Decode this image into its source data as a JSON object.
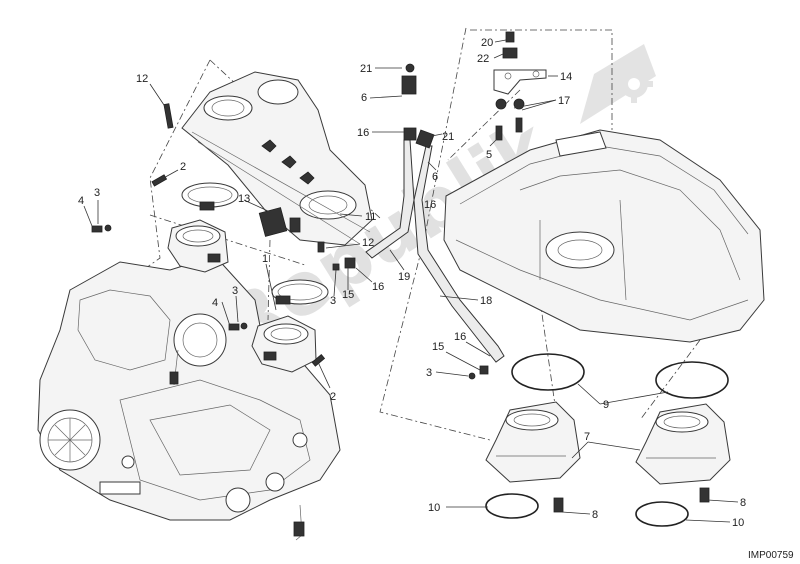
{
  "drawing_code": "IMP00759",
  "watermark": {
    "text": "PartsRepublik",
    "color": "#d8d8d8"
  },
  "callouts": [
    {
      "id": "c20",
      "text": "20"
    },
    {
      "id": "c22",
      "text": "22"
    },
    {
      "id": "c14",
      "text": "14"
    },
    {
      "id": "c21a",
      "text": "21"
    },
    {
      "id": "c17",
      "text": "17"
    },
    {
      "id": "c6a",
      "text": "6"
    },
    {
      "id": "c16a",
      "text": "16"
    },
    {
      "id": "c21b",
      "text": "21"
    },
    {
      "id": "c5",
      "text": "5"
    },
    {
      "id": "c6b",
      "text": "6"
    },
    {
      "id": "c16b",
      "text": "16"
    },
    {
      "id": "c12a",
      "text": "12"
    },
    {
      "id": "c2a",
      "text": "2"
    },
    {
      "id": "c3a",
      "text": "3"
    },
    {
      "id": "c4a",
      "text": "4"
    },
    {
      "id": "c13",
      "text": "13"
    },
    {
      "id": "c11",
      "text": "11"
    },
    {
      "id": "c12b",
      "text": "12"
    },
    {
      "id": "c19",
      "text": "19"
    },
    {
      "id": "c1",
      "text": "1"
    },
    {
      "id": "c15a",
      "text": "15"
    },
    {
      "id": "c3b",
      "text": "3"
    },
    {
      "id": "c16c",
      "text": "16"
    },
    {
      "id": "c18",
      "text": "18"
    },
    {
      "id": "c4b",
      "text": "4"
    },
    {
      "id": "c3c",
      "text": "3"
    },
    {
      "id": "c16d",
      "text": "16"
    },
    {
      "id": "c15b",
      "text": "15"
    },
    {
      "id": "c3d",
      "text": "3"
    },
    {
      "id": "c2b",
      "text": "2"
    },
    {
      "id": "c9",
      "text": "9"
    },
    {
      "id": "c7",
      "text": "7"
    },
    {
      "id": "c10a",
      "text": "10"
    },
    {
      "id": "c8a",
      "text": "8"
    },
    {
      "id": "c8b",
      "text": "8"
    },
    {
      "id": "c10b",
      "text": "10"
    }
  ]
}
